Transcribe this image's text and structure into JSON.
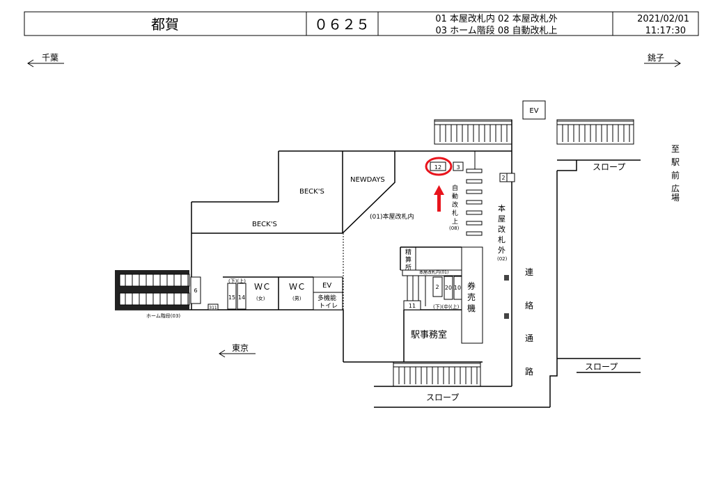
{
  "header": {
    "station": "都賀",
    "code": "０６２５",
    "legend_line1": "01 本屋改札内  02 本屋改札外",
    "legend_line2": "03 ホーム階段  08 自動改札上",
    "date": "2021/02/01",
    "time": "11:17:30"
  },
  "directions": {
    "left": "千葉",
    "right": "銚子",
    "tokyo": "東京",
    "plaza": [
      "至",
      "駅",
      "前",
      "広",
      "場"
    ]
  },
  "labels": {
    "ev_top": "EV",
    "becks1": "BECK'S",
    "becks2": "BECK'S",
    "newdays": "NEWDAYS",
    "gate01": "(01)本屋改札内",
    "auto_gate": [
      "自",
      "動",
      "改",
      "札",
      "上"
    ],
    "auto_gate_code": "(08)",
    "main_out": [
      "本",
      "屋",
      "改",
      "札",
      "外"
    ],
    "main_out_code": "(02)",
    "seisan": [
      "精",
      "算",
      "所"
    ],
    "gate01_small": "本屋改札内(01)",
    "ticket": [
      "券",
      "売",
      "機"
    ],
    "office": "駅事務室",
    "corridor": [
      "連",
      "絡",
      "通",
      "路"
    ],
    "slope1": "スロープ",
    "slope2": "スロープ",
    "slope3": "スロープ",
    "wc_f": "ＷＣ",
    "wc_f_sub": "(女)",
    "wc_m": "ＷＣ",
    "wc_m_sub": "(男)",
    "ev_left": "EV",
    "multi1": "多機能",
    "multi2": "トイレ",
    "platform_stairs": "ホーム階段(03)",
    "updown": "(下)(上)",
    "downmidup": "(下)(中)(上)"
  },
  "cameras": {
    "c12": "12",
    "c3": "3",
    "c2_out": "2",
    "c6": "6",
    "c15": "15",
    "c14": "14",
    "c311": "311",
    "c2": "2",
    "c20": "20",
    "c10": "10",
    "c11": "11"
  },
  "highlight_color": "#e8141c"
}
